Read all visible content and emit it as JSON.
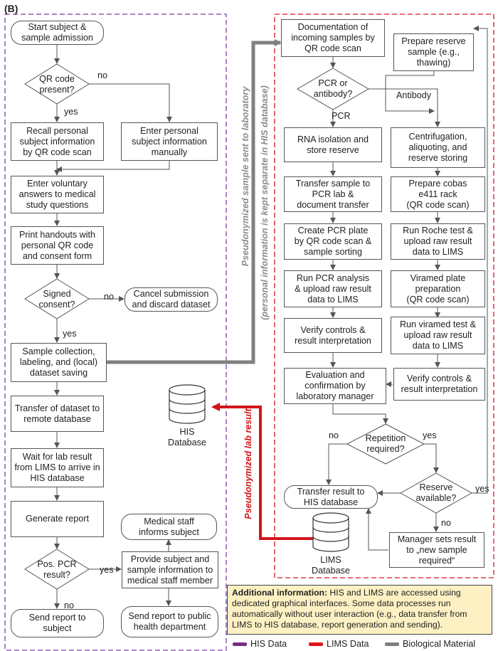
{
  "panel_label": "(B)",
  "nodes": {
    "start": "Start subject &\nsample admission",
    "qr_present": "QR code\npresent?",
    "recall": "Recall personal\nsubject information\nby QR code scan",
    "enter_manual": "Enter personal\nsubject information\nmanually",
    "voluntary": "Enter voluntary\nanswers to medical\nstudy questions",
    "print": "Print handouts with\npersonal QR code\nand consent form",
    "signed": "Signed\nconsent?",
    "cancel": "Cancel submission\nand discard dataset",
    "collection": "Sample collection,\nlabeling, and (local)\ndataset saving",
    "transfer_remote": "Transfer of dataset to\nremote database",
    "wait": "Wait for lab result\nfrom LIMS to arrive in\nHIS database",
    "generate": "Generate report",
    "pos_pcr": "Pos. PCR\nresult?",
    "provide": "Provide subject and\nsample information to\nmedical staff member",
    "staff_informs": "Medical staff\ninforms subject",
    "send_subject": "Send report to\nsubject",
    "send_public": "Send report to public\nhealth department",
    "documentation": "Documentation of\nincoming samples by\nQR code scan",
    "prepare_reserve": "Prepare reserve\nsample (e.g.,\nthawing)",
    "pcr_or_antibody": "PCR or\nantibody?",
    "rna": "RNA isolation and\nstore reserve",
    "centrifugation": "Centrifugation,\naliquoting, and\nreserve storing",
    "transfer_pcr": "Transfer sample to\nPCR lab &\ndocument transfer",
    "prepare_cobas": "Prepare cobas\ne411 rack\n(QR code scan)",
    "create_plate": "Create PCR plate\nby QR code scan &\nsample sorting",
    "run_roche": "Run Roche test &\nupload raw result\ndata to LIMS",
    "run_pcr": "Run PCR analysis\n& upload raw result\ndata to LIMS",
    "viramed_plate": "Viramed plate\npreparation\n(QR code scan)",
    "verify_left": "Verify controls &\nresult interpretation",
    "run_viramed": "Run viramed test &\nupload raw result\ndata to LIMS",
    "evaluation": "Evaluation and\nconfirmation by\nlaboratory manager",
    "verify_right": "Verify controls &\nresult interpretation",
    "repetition": "Repetition\nrequired?",
    "transfer_his": "Transfer result to\nHIS database",
    "reserve_avail": "Reserve\navailable?",
    "manager_sets": "Manager sets result\nto „new sample\nrequired“"
  },
  "edge_labels": {
    "no_qr": "no",
    "yes_qr": "yes",
    "no_signed": "no",
    "yes_signed": "yes",
    "yes_pos": "yes",
    "no_pos": "no",
    "pcr": "PCR",
    "antibody": "Antibody",
    "no_rep": "no",
    "yes_rep": "yes",
    "yes_res": "yes",
    "no_res": "no"
  },
  "databases": {
    "his": "HIS\nDatabase",
    "lims": "LIMS\nDatabase"
  },
  "rotated": {
    "pseudo_sample": "Pseudonymized sample sent to laboratory",
    "personal_info": "(personal information is kept separate in HIS database)",
    "pseudo_result": "Pseudonymized lab result"
  },
  "info": {
    "bold": "Additional information:",
    "text": " HIS and LIMS are accessed using dedicated graphical interfaces. Some data processes run automatically without user interaction (e.g., data transfer from LIMS to HIS database, report generation and sending)."
  },
  "legend": [
    {
      "label": "HIS Data",
      "color": "#7a2d82"
    },
    {
      "label": "LIMS Data",
      "color": "#e0141b"
    },
    {
      "label": "Biological Material",
      "color": "#808080"
    }
  ],
  "colors": {
    "his_border": "#7a3fa8",
    "lims_border": "#d9161c",
    "material": "#808080",
    "lims_arrow": "#d0161b"
  }
}
